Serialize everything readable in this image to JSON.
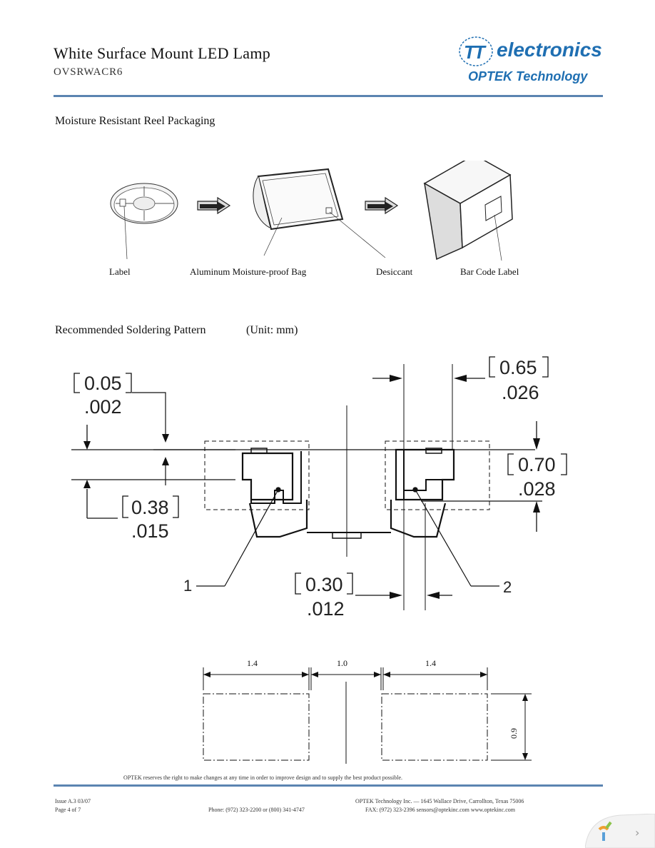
{
  "header": {
    "title": "White Surface Mount LED Lamp",
    "part_number": "OVSRWACR6",
    "logo_brand": "electronics",
    "logo_sub": "OPTEK Technology"
  },
  "packaging": {
    "heading": "Moisture Resistant Reel Packaging",
    "labels": {
      "label": "Label",
      "bag": "Aluminum Moisture-proof Bag",
      "desiccant": "Desiccant",
      "barcode": "Bar Code Label"
    }
  },
  "soldering": {
    "heading": "Recommended Soldering Pattern",
    "unit": "(Unit: mm)",
    "dims": {
      "d005_mm": "0.05",
      "d005_in": ".002",
      "d038_mm": "0.38",
      "d038_in": ".015",
      "d065_mm": "0.65",
      "d065_in": ".026",
      "d070_mm": "0.70",
      "d070_in": ".028",
      "d030_mm": "0.30",
      "d030_in": ".012"
    },
    "callouts": {
      "c1": "1",
      "c2": "2"
    },
    "pad": {
      "w_left": "1.4",
      "gap": "1.0",
      "w_right": "1.4",
      "h": "0.9"
    }
  },
  "footer": {
    "disclaimer": "OPTEK reserves the right to make changes at any time in order to improve design and to supply the best product possible.",
    "issue": "Issue A.3  03/07",
    "page": "Page 4 of 7",
    "address": "OPTEK Technology Inc. — 1645 Wallace Drive, Carrollton, Texas 75006",
    "phone": "Phone: (972) 323-2200 or (800) 341-4747",
    "fax": "FAX: (972) 323-2396   sensors@optekinc.com   www.optekinc.com"
  },
  "colors": {
    "accent": "#1f6fb2",
    "rule": "#5b84b1"
  }
}
